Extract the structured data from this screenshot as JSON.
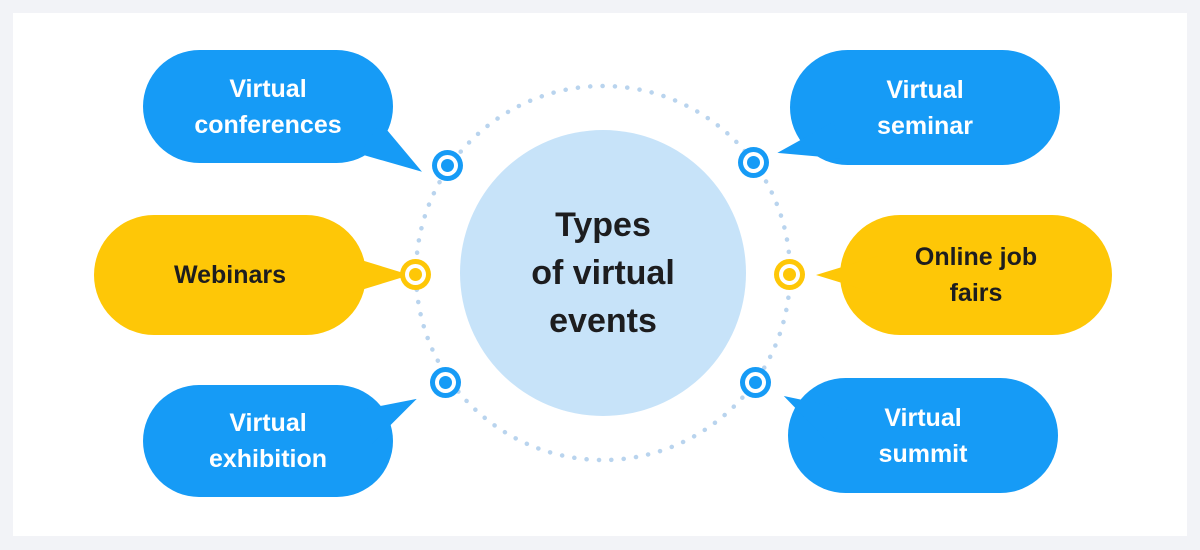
{
  "colors": {
    "bg": "#F2F3F7",
    "canvas": "#FFFFFF",
    "blue": "#169BF6",
    "yellow": "#FEC707",
    "circle_fill": "#C7E3F9",
    "dots": "#B9D4EE",
    "ink": "#1D1D1F",
    "text_on_blue": "#FFFFFF"
  },
  "center": {
    "title": "Types\nof virtual\nevents"
  },
  "bubbles": [
    {
      "id": "virtual-conferences",
      "label": "Virtual\nconferences",
      "color": "blue"
    },
    {
      "id": "webinars",
      "label": "Webinars",
      "color": "yellow"
    },
    {
      "id": "virtual-exhibition",
      "label": "Virtual\nexhibition",
      "color": "blue"
    },
    {
      "id": "virtual-seminar",
      "label": "Virtual\nseminar",
      "color": "blue"
    },
    {
      "id": "online-job-fairs",
      "label": "Online job\nfairs",
      "color": "yellow"
    },
    {
      "id": "virtual-summit",
      "label": "Virtual\nsummit",
      "color": "blue"
    }
  ],
  "nodes": [
    {
      "id": "node-virtual-conferences",
      "color": "blue"
    },
    {
      "id": "node-webinars",
      "color": "yellow"
    },
    {
      "id": "node-virtual-exhibition",
      "color": "blue"
    },
    {
      "id": "node-virtual-seminar",
      "color": "blue"
    },
    {
      "id": "node-online-job-fairs",
      "color": "yellow"
    },
    {
      "id": "node-virtual-summit",
      "color": "blue"
    }
  ]
}
